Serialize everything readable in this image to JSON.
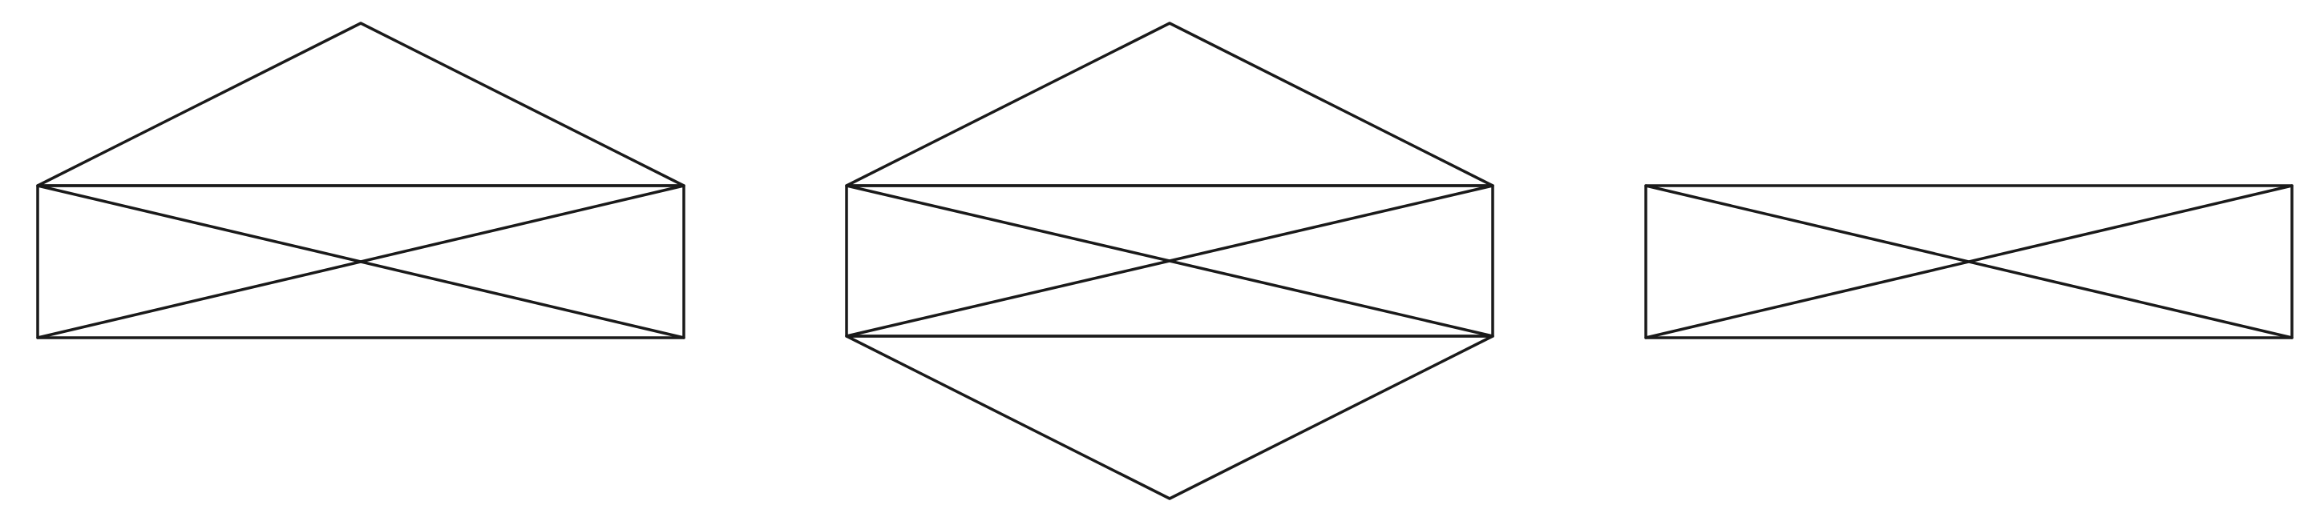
{
  "diagram": {
    "stroke_color": "#1a1a1a",
    "background_color": "#ffffff",
    "figures": [
      {
        "id": "figure-1",
        "shape": "rectangle-with-diagonals-and-top-triangle"
      },
      {
        "id": "figure-2",
        "shape": "rectangle-with-diagonals-and-top-and-bottom-triangles"
      },
      {
        "id": "figure-3",
        "shape": "rectangle-with-diagonals"
      }
    ]
  }
}
